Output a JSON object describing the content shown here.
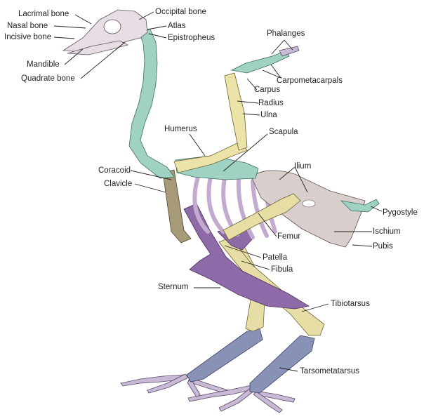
{
  "labels": {
    "lacrimal": "Lacrimal bone",
    "nasal": "Nasal bone",
    "incisive": "Incisive bone",
    "mandible": "Mandible",
    "quadrate": "Quadrate bone",
    "occipital": "Occipital bone",
    "atlas": "Atlas",
    "epistropheus": "Epistropheus",
    "phalanges": "Phalanges",
    "carpometacarpals": "Carpometacarpals",
    "carpus": "Carpus",
    "radius": "Radius",
    "ulna": "Ulna",
    "humerus": "Humerus",
    "scapula": "Scapula",
    "coracoid": "Coracoid",
    "clavicle": "Clavicle",
    "ilium": "Ilium",
    "pygostyle": "Pygostyle",
    "ischium": "Ischium",
    "pubis": "Pubis",
    "femur": "Femur",
    "patella": "Patella",
    "fibula": "Fibula",
    "sternum": "Sternum",
    "tibiotarsus": "Tibiotarsus",
    "tarsometatarsus": "Tarsometatarsus"
  },
  "colors": {
    "skull": "#e7dde4",
    "vertebrae": "#9fd2c3",
    "wing_limb": "#ece3a9",
    "leg_limb": "#e7dea6",
    "sternum": "#8f6aa8",
    "ribs": "#d3bfdc",
    "pelvis": "#d8cfcc",
    "tarsus_toes": "#8891b6",
    "toes": "#c8b9d6",
    "clavicle": "#a69a78",
    "line": "#231f20"
  }
}
